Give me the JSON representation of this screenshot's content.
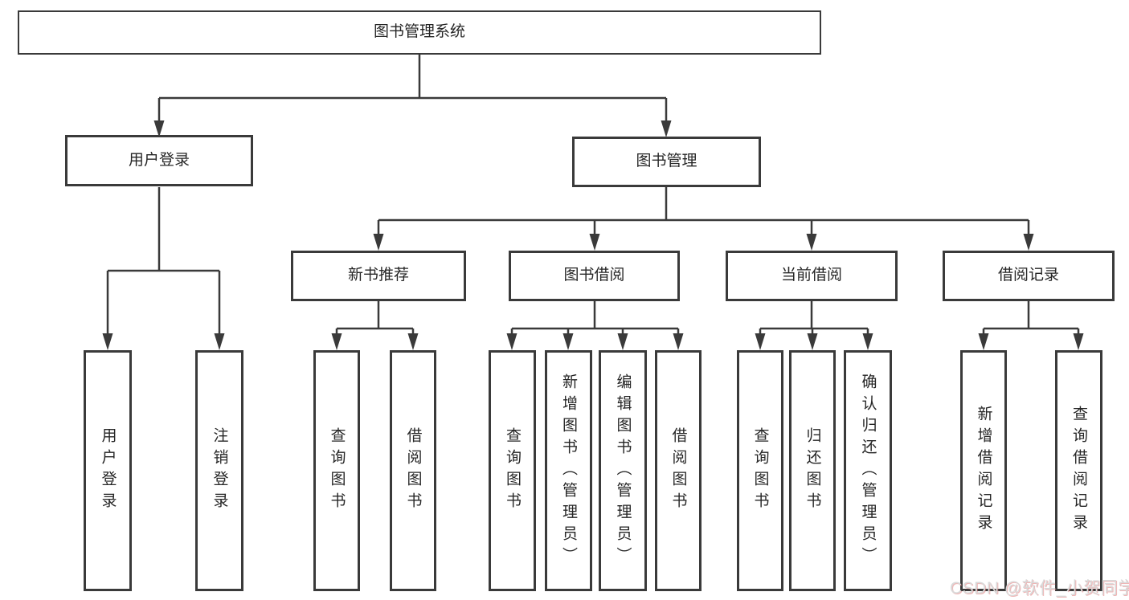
{
  "colors": {
    "line": "#3a3a3a",
    "box_border": "#3a3a3a",
    "text": "#262626",
    "background": "#ffffff",
    "watermark_text": "#d9d9d9"
  },
  "tree": {
    "label": "图书管理系统",
    "children": [
      {
        "label": "用户登录",
        "children": [
          {
            "label": "用户登录"
          },
          {
            "label": "注销登录"
          }
        ]
      },
      {
        "label": "图书管理",
        "children": [
          {
            "label": "新书推荐",
            "children": [
              {
                "label": "查询图书"
              },
              {
                "label": "借阅图书"
              }
            ]
          },
          {
            "label": "图书借阅",
            "children": [
              {
                "label": "查询图书"
              },
              {
                "label": "新增图书（管理员）"
              },
              {
                "label": "编辑图书（管理员）"
              },
              {
                "label": "借阅图书"
              }
            ]
          },
          {
            "label": "当前借阅",
            "children": [
              {
                "label": "查询图书"
              },
              {
                "label": "归还图书"
              },
              {
                "label": "确认归还（管理员）"
              }
            ]
          },
          {
            "label": "借阅记录",
            "children": [
              {
                "label": "新增借阅记录"
              },
              {
                "label": "查询借阅记录"
              }
            ]
          }
        ]
      }
    ]
  },
  "watermark": "CSDN @软件_小贺同学"
}
